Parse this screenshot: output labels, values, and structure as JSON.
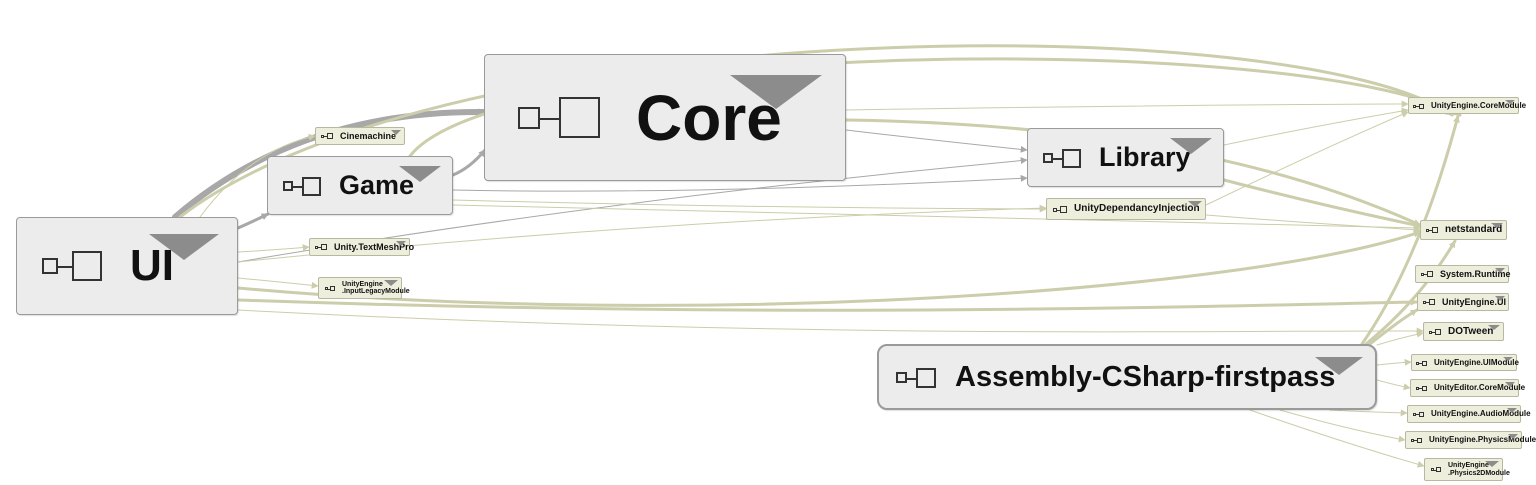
{
  "diagram": {
    "colors": {
      "main_edge": "#a8a8a8",
      "ext_edge": "#cccdaa",
      "node_fill": "#ececec",
      "ext_node_fill": "#eeeedd",
      "caret": "#8c8c8c"
    },
    "nodes": [
      {
        "id": "ui",
        "label": "UI",
        "kind": "assembly",
        "icon": "assembly-icon"
      },
      {
        "id": "core",
        "label": "Core",
        "kind": "assembly",
        "icon": "assembly-icon"
      },
      {
        "id": "game",
        "label": "Game",
        "kind": "assembly",
        "icon": "assembly-icon"
      },
      {
        "id": "library",
        "label": "Library",
        "kind": "assembly",
        "icon": "assembly-icon"
      },
      {
        "id": "firstpass",
        "label": "Assembly-CSharp-firstpass",
        "kind": "assembly",
        "icon": "assembly-icon",
        "selected": true
      },
      {
        "id": "cinemachine",
        "label": "Cinemachine",
        "kind": "reference",
        "icon": "assembly-icon"
      },
      {
        "id": "tmp",
        "label": "Unity.TextMeshPro",
        "kind": "reference",
        "icon": "assembly-icon"
      },
      {
        "id": "inputlegacy",
        "label": "UnityEngine\n.InputLegacyModule",
        "kind": "reference",
        "icon": "assembly-icon"
      },
      {
        "id": "udi",
        "label": "UnityDependancyInjection",
        "kind": "reference",
        "icon": "assembly-icon"
      },
      {
        "id": "coremodule",
        "label": "UnityEngine.CoreModule",
        "kind": "reference",
        "icon": "assembly-icon"
      },
      {
        "id": "netstandard",
        "label": "netstandard",
        "kind": "reference",
        "icon": "assembly-icon"
      },
      {
        "id": "sysruntime",
        "label": "System.Runtime",
        "kind": "reference",
        "icon": "assembly-icon"
      },
      {
        "id": "unityui",
        "label": "UnityEngine.UI",
        "kind": "reference",
        "icon": "assembly-icon"
      },
      {
        "id": "dotween",
        "label": "DOTween",
        "kind": "reference",
        "icon": "assembly-icon"
      },
      {
        "id": "uimodule",
        "label": "UnityEngine.UIModule",
        "kind": "reference",
        "icon": "assembly-icon"
      },
      {
        "id": "editorcore",
        "label": "UnityEditor.CoreModule",
        "kind": "reference",
        "icon": "assembly-icon"
      },
      {
        "id": "audio",
        "label": "UnityEngine.AudioModule",
        "kind": "reference",
        "icon": "assembly-icon"
      },
      {
        "id": "physics",
        "label": "UnityEngine.PhysicsModule",
        "kind": "reference",
        "icon": "assembly-icon"
      },
      {
        "id": "physics2d",
        "label": "UnityEngine\n.Physics2DModule",
        "kind": "reference",
        "icon": "assembly-icon"
      }
    ],
    "edges": [
      {
        "from": "ui",
        "to": "core",
        "kind": "main",
        "weight": "heavy"
      },
      {
        "from": "ui",
        "to": "game",
        "kind": "main",
        "weight": "medium"
      },
      {
        "from": "ui",
        "to": "library",
        "kind": "main",
        "weight": "thin"
      },
      {
        "from": "game",
        "to": "core",
        "kind": "main",
        "weight": "medium"
      },
      {
        "from": "game",
        "to": "library",
        "kind": "main",
        "weight": "thin"
      },
      {
        "from": "core",
        "to": "library",
        "kind": "main",
        "weight": "thin"
      },
      {
        "from": "ui",
        "to": "cinemachine",
        "kind": "external",
        "weight": "thin"
      },
      {
        "from": "ui",
        "to": "tmp",
        "kind": "external",
        "weight": "thin"
      },
      {
        "from": "ui",
        "to": "inputlegacy",
        "kind": "external",
        "weight": "thin"
      },
      {
        "from": "ui",
        "to": "udi",
        "kind": "external",
        "weight": "thin"
      },
      {
        "from": "ui",
        "to": "coremodule",
        "kind": "external",
        "weight": "medium"
      },
      {
        "from": "ui",
        "to": "netstandard",
        "kind": "external",
        "weight": "medium"
      },
      {
        "from": "ui",
        "to": "unityui",
        "kind": "external",
        "weight": "medium"
      },
      {
        "from": "ui",
        "to": "dotween",
        "kind": "external",
        "weight": "thin"
      },
      {
        "from": "game",
        "to": "coremodule",
        "kind": "external",
        "weight": "medium"
      },
      {
        "from": "game",
        "to": "udi",
        "kind": "external",
        "weight": "thin"
      },
      {
        "from": "game",
        "to": "netstandard",
        "kind": "external",
        "weight": "thin"
      },
      {
        "from": "core",
        "to": "coremodule",
        "kind": "external",
        "weight": "thin"
      },
      {
        "from": "core",
        "to": "netstandard",
        "kind": "external",
        "weight": "medium"
      },
      {
        "from": "library",
        "to": "coremodule",
        "kind": "external",
        "weight": "thin"
      },
      {
        "from": "library",
        "to": "netstandard",
        "kind": "external",
        "weight": "medium"
      },
      {
        "from": "udi",
        "to": "coremodule",
        "kind": "external",
        "weight": "thin"
      },
      {
        "from": "udi",
        "to": "netstandard",
        "kind": "external",
        "weight": "thin"
      },
      {
        "from": "firstpass",
        "to": "coremodule",
        "kind": "external",
        "weight": "medium"
      },
      {
        "from": "firstpass",
        "to": "netstandard",
        "kind": "external",
        "weight": "medium"
      },
      {
        "from": "firstpass",
        "to": "unityui",
        "kind": "external",
        "weight": "medium"
      },
      {
        "from": "firstpass",
        "to": "dotween",
        "kind": "external",
        "weight": "thin"
      },
      {
        "from": "firstpass",
        "to": "uimodule",
        "kind": "external",
        "weight": "thin"
      },
      {
        "from": "firstpass",
        "to": "editorcore",
        "kind": "external",
        "weight": "thin"
      },
      {
        "from": "firstpass",
        "to": "audio",
        "kind": "external",
        "weight": "thin"
      },
      {
        "from": "firstpass",
        "to": "physics",
        "kind": "external",
        "weight": "thin"
      },
      {
        "from": "firstpass",
        "to": "physics2d",
        "kind": "external",
        "weight": "thin"
      }
    ]
  }
}
